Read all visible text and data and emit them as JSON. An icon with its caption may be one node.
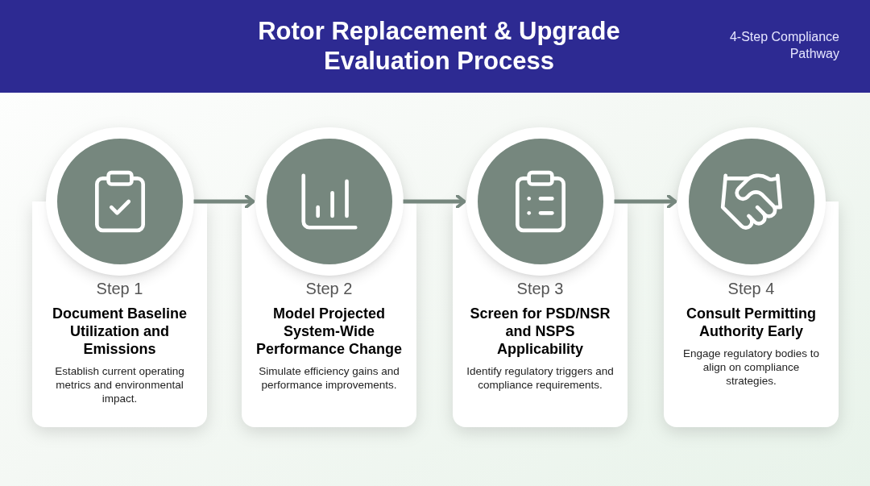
{
  "diagram": {
    "title": "Rotor Replacement & Upgrade Evaluation Process",
    "nodes": [
      {
        "text": [
          "Step 1",
          "Document Baseline Utilization and Emissions",
          "Establish current operating metrics and environmental impact."
        ]
      },
      {
        "text": [],
        "shape": "circle",
        "in": 0
      },
      {
        "text": [
          "Step 2",
          "Model Projected System-Wide Performance Change",
          "Simulate efficiency gains and performance improvements."
        ]
      },
      {
        "text": [],
        "shape": "circle",
        "in": 2
      },
      {
        "text": [
          "Step 3",
          "Screen for PSD/NSR and NSPS Applicability",
          "Identify regulatory triggers and compliance requirements."
        ]
      },
      {
        "text": [],
        "shape": "circle",
        "in": 4
      },
      {
        "text": [
          "Step 4",
          "Consult Permitting Authority Early",
          "Engage regulatory bodies to align on compliance strategies."
        ]
      },
      {
        "text": [],
        "shape": "circle",
        "in": 6
      }
    ],
    "edges": [
      {
        "from": 1,
        "to": 3,
        "arrow": "to"
      },
      {
        "from": 3,
        "to": 5,
        "arrow": "to"
      },
      {
        "from": 5,
        "to": 7,
        "arrow": "to"
      }
    ],
    "labels": [
      "4-Step Compliance Pathway"
    ]
  }
}
